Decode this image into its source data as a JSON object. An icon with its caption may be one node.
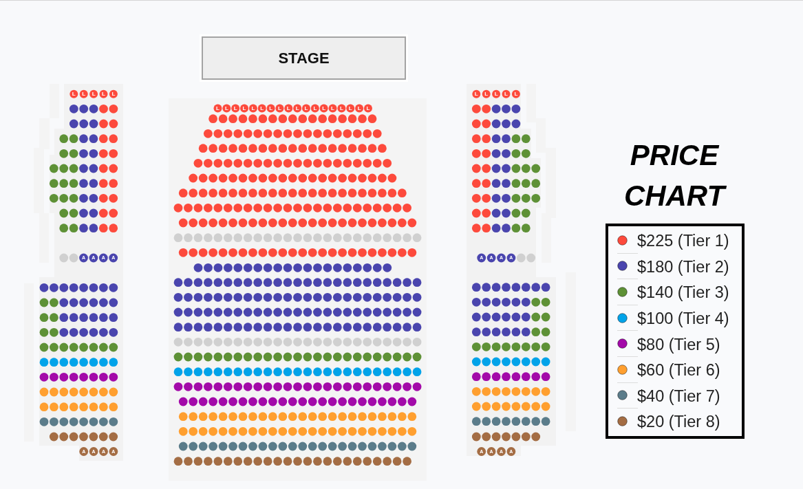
{
  "diagram": {
    "title": "PRICE CHART",
    "nodes": [
      {
        "text": [
          "STAGE"
        ]
      }
    ],
    "labels": [
      "L",
      "L",
      "L",
      "L",
      "L",
      "L",
      "L",
      "L",
      "L",
      "L",
      "L",
      "L",
      "L",
      "L",
      "L",
      "L",
      "L",
      "L",
      "L",
      "L",
      "L",
      "L",
      "L",
      "L",
      "L",
      "L",
      "L",
      "L",
      "A",
      "A",
      "A",
      "A",
      "A",
      "A",
      "A",
      "A",
      "A",
      "A",
      "A",
      "A",
      "A",
      "A",
      "A",
      "A"
    ],
    "legend": [
      {
        "text": "$225 (Tier 1)",
        "color": "#fd4a3c"
      },
      {
        "text": "$180 (Tier 2)",
        "color": "#4a45ae"
      },
      {
        "text": "$140 (Tier 3)",
        "color": "#5e9136"
      },
      {
        "text": "$100 (Tier 4)",
        "color": "#01a3e9"
      },
      {
        "text": "$80 (Tier 5)",
        "color": "#a30aa9"
      },
      {
        "text": "$60 (Tier 6)",
        "color": "#ff9f2f"
      },
      {
        "text": "$40 (Tier 7)",
        "color": "#5b7c8a"
      },
      {
        "text": "$20 (Tier 8)",
        "color": "#a46d44"
      }
    ]
  }
}
